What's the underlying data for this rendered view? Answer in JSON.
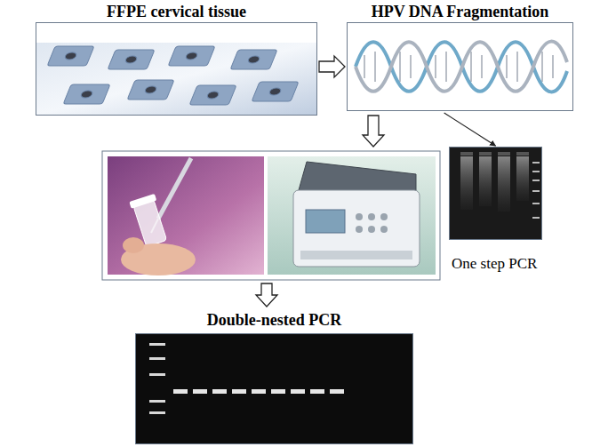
{
  "diagram": {
    "nodes": [
      {
        "text": [
          "FFPE cervical tissue"
        ]
      },
      {
        "text": [
          "HPV DNA Fragmentation"
        ]
      },
      {
        "text": [
          "One step PCR"
        ]
      },
      {
        "text": [
          "Double-nested PCR"
        ]
      }
    ],
    "edges": [
      {
        "from": 0,
        "to": 1,
        "arrow": "to"
      },
      {
        "from": 1,
        "to": 2,
        "arrow": "to"
      }
    ]
  }
}
